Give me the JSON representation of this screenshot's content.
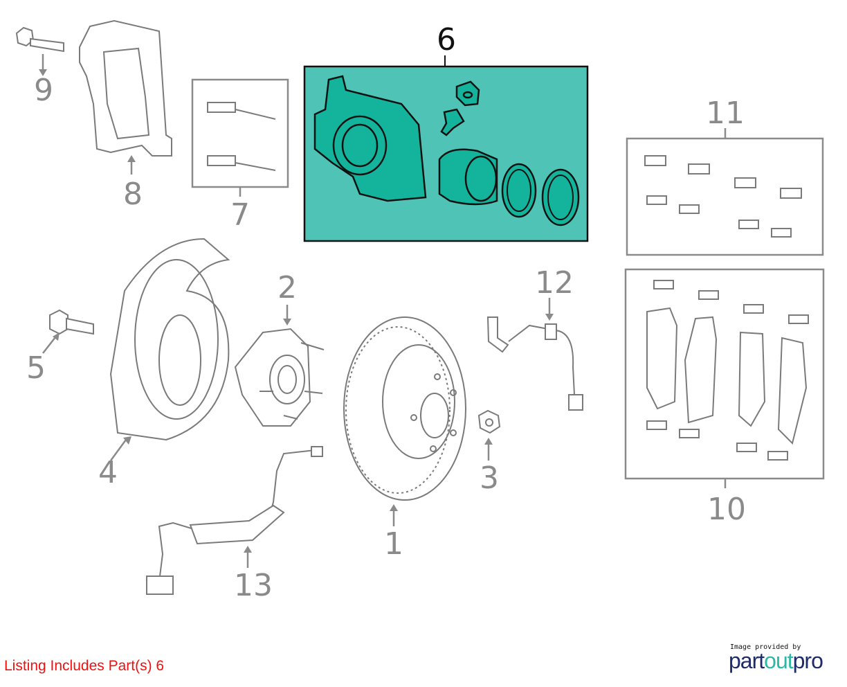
{
  "diagram": {
    "callouts": {
      "p1": "1",
      "p2": "2",
      "p3": "3",
      "p4": "4",
      "p5": "5",
      "p6": "6",
      "p7": "7",
      "p8": "8",
      "p9": "9",
      "p10": "10",
      "p11": "11",
      "p12": "12",
      "p13": "13"
    },
    "highlight_color": "#4fc3b5",
    "highlight_part": "6"
  },
  "footer": {
    "listing_text": "Listing Includes Part(s) 6",
    "credit_text": "Image provided by",
    "logo": {
      "part1": "part",
      "part2": "out",
      "part3": "pro"
    }
  }
}
